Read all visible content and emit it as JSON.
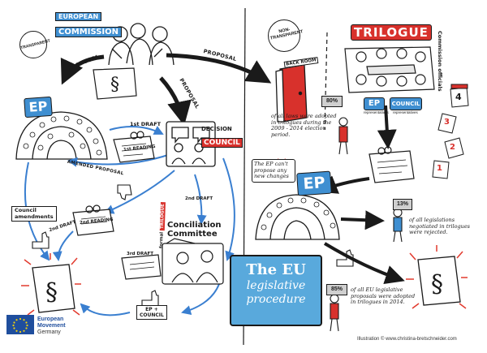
{
  "labels": {
    "european_commission_line1": "EUROPEAN",
    "european_commission_line2": "COMMISSION",
    "transparent_stamp": "TRANSPARENT",
    "non_transparent_stamp_line1": "NON-",
    "non_transparent_stamp_line2": "TRANSPARENT",
    "trilogue_title": "TRILOGUE",
    "back_room": "BACK ROOM",
    "proposal_left": "PROPOSAL",
    "proposal_middle": "PROPOSAL",
    "proposal_right": "PROPOSAL",
    "ep_badge_left": "EP",
    "ep_badge_right": "EP",
    "ep_badge_trilogue": "EP",
    "council_trilogue": "COUNCIL",
    "representatives": "representatives",
    "commission_officials": "Commission officials",
    "first_draft": "1st DRAFT",
    "first_reading": "1st READING",
    "second_draft": "2nd DRAFT",
    "second_draft_lower": "2nd DRAFT",
    "second_reading": "2nd READING",
    "third_draft": "3rd DRAFT",
    "amended_proposal": "AMENDED PROPOSAL",
    "decision_council_line1": "DECISION",
    "decision_council_line2": "COUNCIL",
    "council_amendments_line1": "Council",
    "council_amendments_line2": "amendments",
    "conciliation_line1": "Conciliation",
    "conciliation_line2": "Committee",
    "formal_trilogue_line1": "formal",
    "formal_trilogue_line2": "TRILOGUE",
    "ep_council_line1": "EP +",
    "ep_council_line2": "COUNCIL",
    "ep_cant_propose": "The EP can't propose any new changes",
    "title_line1": "The EU",
    "title_line2": "legislative",
    "title_line3": "procedure",
    "credit": "Illustration © www.christina-bretschneider.com",
    "emg_line1": "European",
    "emg_line2": "Movement",
    "emg_line3": "Germany",
    "calendar_numbers": [
      "4",
      "3",
      "2",
      "1"
    ]
  },
  "stats": [
    {
      "value": "80%",
      "text": "of all laws were adopted in trilogues during the 2009 - 2014 election period."
    },
    {
      "value": "13%",
      "text": "of all legislations negotiated in trilogues were rejected."
    },
    {
      "value": "85%",
      "text": "of all EU legislative proposals were adopted in trilogues in 2014."
    }
  ],
  "colors": {
    "accent_blue": "#3f8fd1",
    "accent_red": "#d8312c",
    "ink": "#1a1a1a",
    "title_box": "#59a9dc",
    "flow_arrow": "#3a7fd0",
    "eu_logo": "#1f4e9d"
  }
}
